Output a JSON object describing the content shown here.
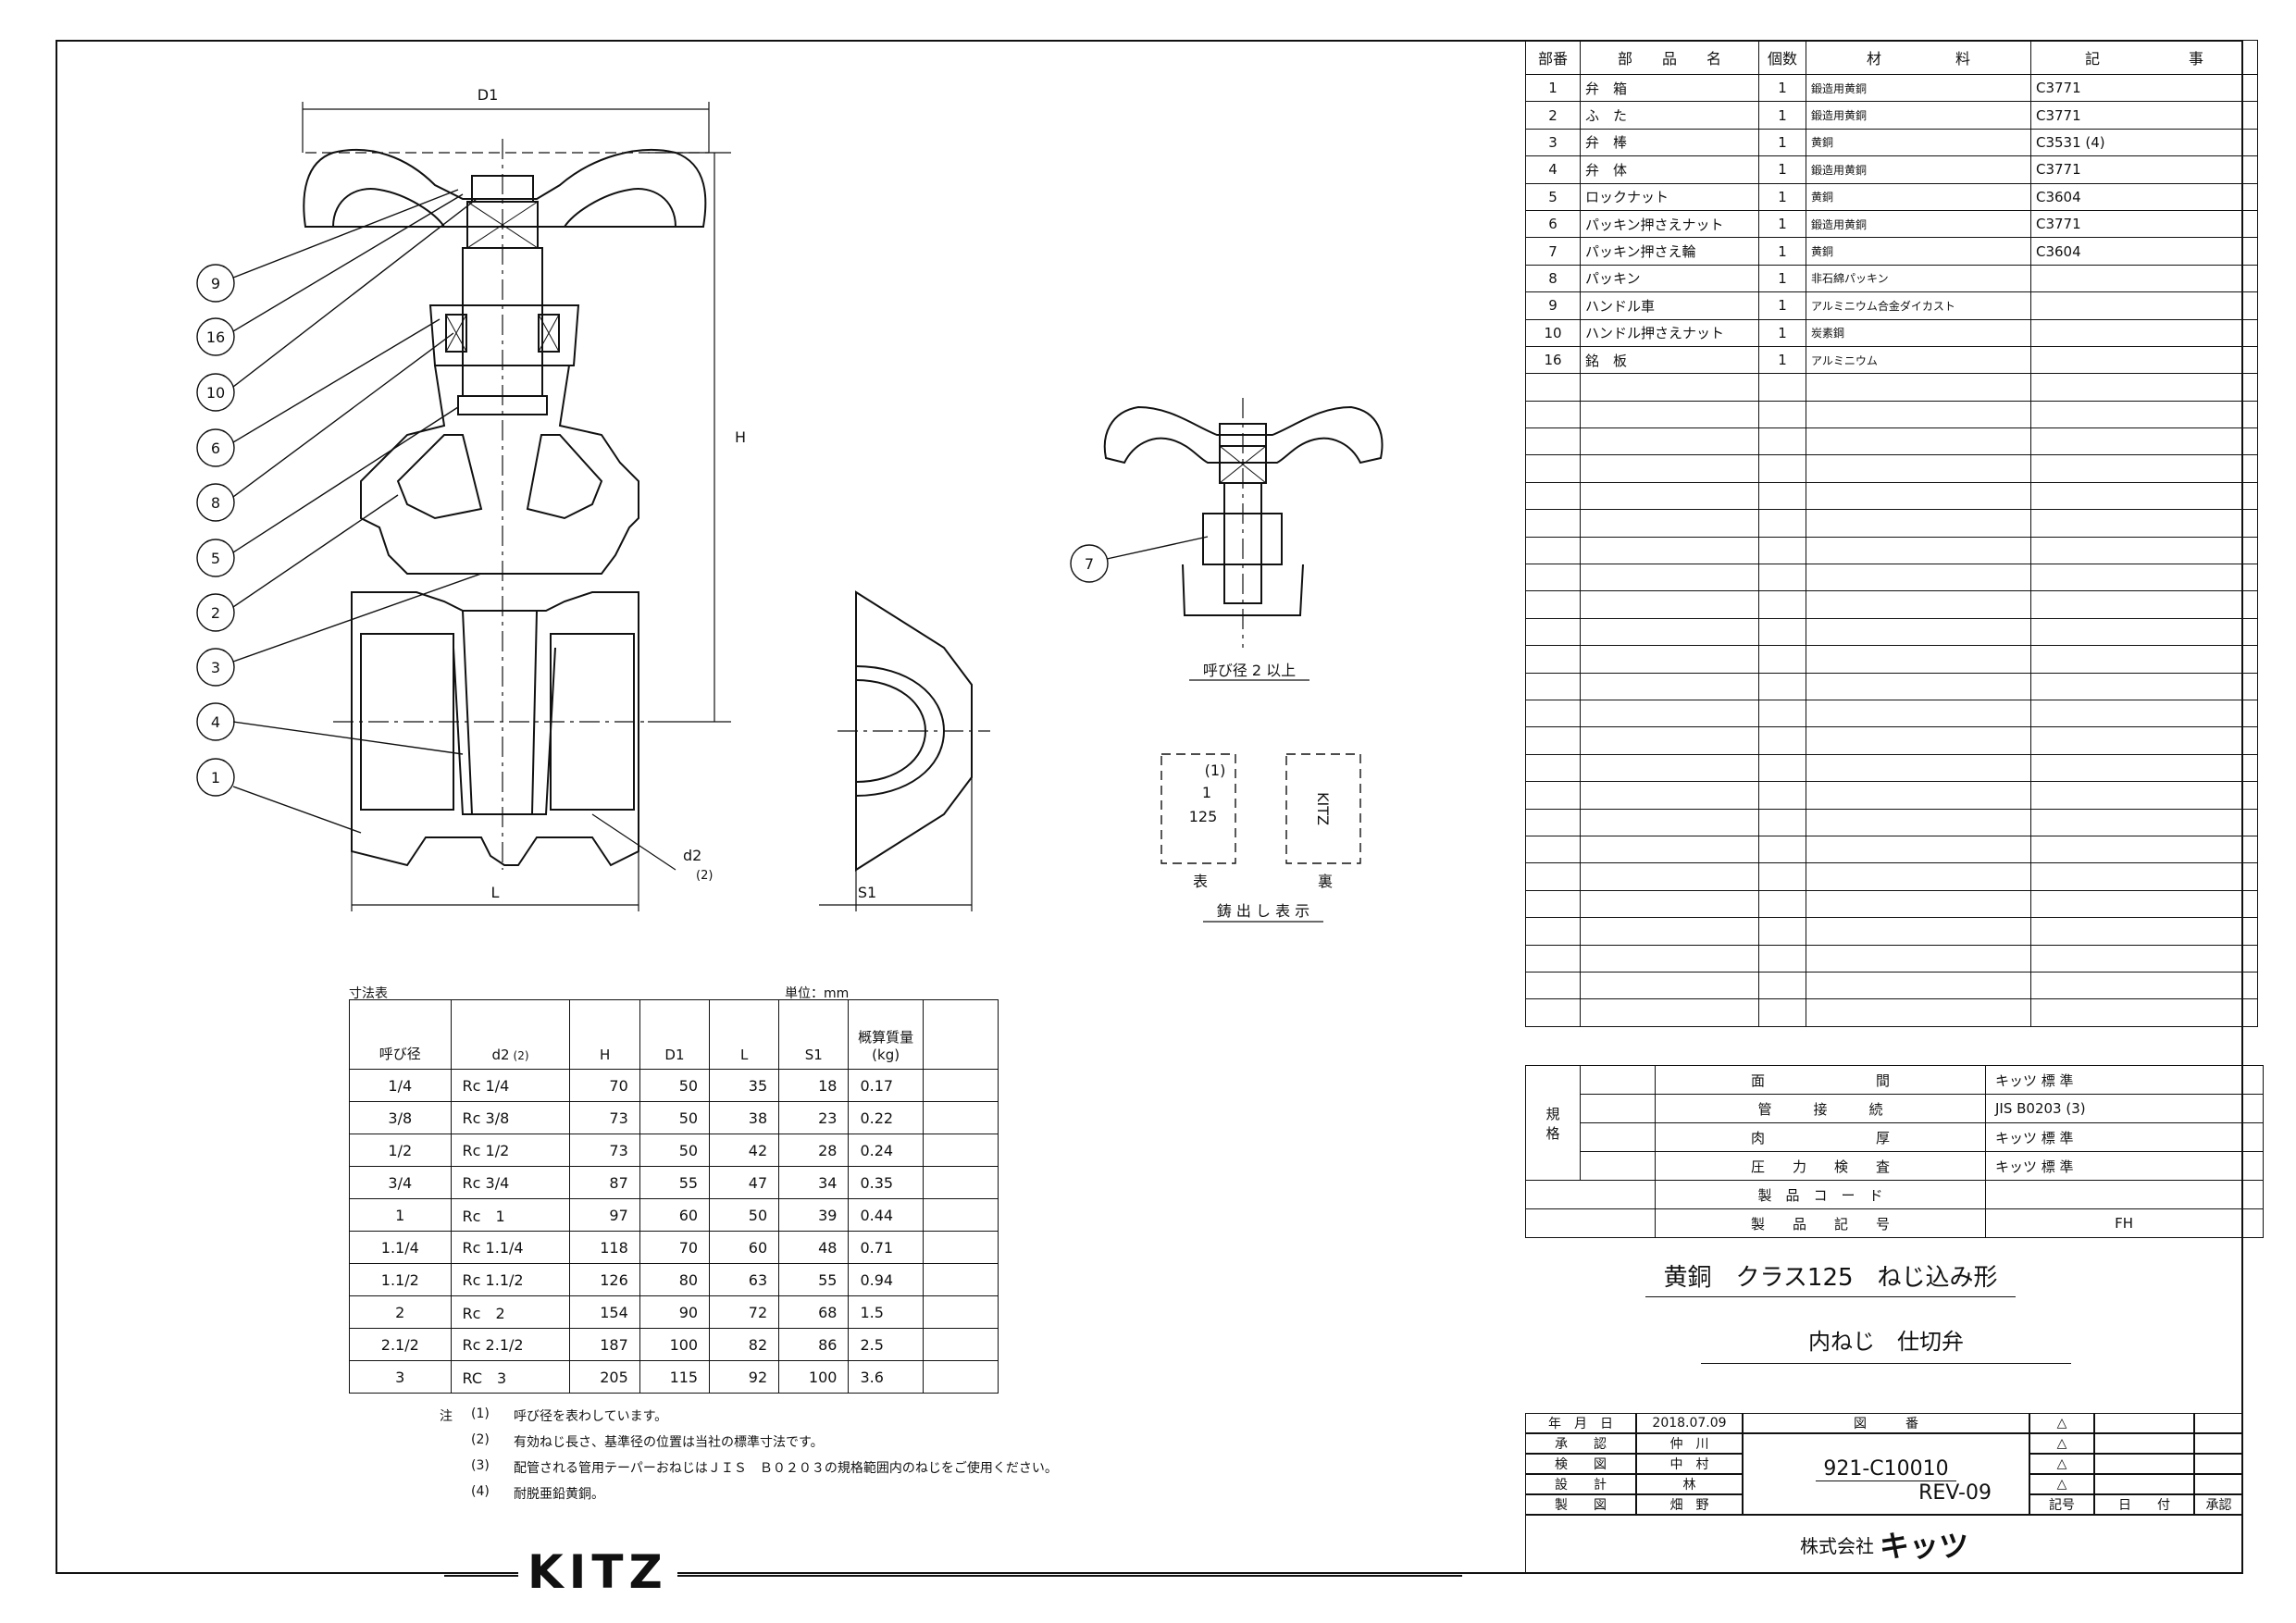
{
  "parts_header": {
    "no": "部番",
    "name": "部　　品　　名",
    "qty": "個数",
    "material": "材　　　　　料",
    "remarks": "記　　　　　　事"
  },
  "parts": [
    {
      "no": "1",
      "name": "弁　箱",
      "qty": "1",
      "material": "鍛造用黄銅",
      "remarks": "C3771"
    },
    {
      "no": "2",
      "name": "ふ　た",
      "qty": "1",
      "material": "鍛造用黄銅",
      "remarks": "C3771"
    },
    {
      "no": "3",
      "name": "弁　棒",
      "qty": "1",
      "material": "黄銅",
      "remarks": "C3531 (4)"
    },
    {
      "no": "4",
      "name": "弁　体",
      "qty": "1",
      "material": "鍛造用黄銅",
      "remarks": "C3771"
    },
    {
      "no": "5",
      "name": "ロックナット",
      "qty": "1",
      "material": "黄銅",
      "remarks": "C3604"
    },
    {
      "no": "6",
      "name": "パッキン押さえナット",
      "qty": "1",
      "material": "鍛造用黄銅",
      "remarks": "C3771"
    },
    {
      "no": "7",
      "name": "パッキン押さえ輪",
      "qty": "1",
      "material": "黄銅",
      "remarks": "C3604"
    },
    {
      "no": "8",
      "name": "パッキン",
      "qty": "1",
      "material": "非石綿パッキン",
      "remarks": ""
    },
    {
      "no": "9",
      "name": "ハンドル車",
      "qty": "1",
      "material": "アルミニウム合金ダイカスト",
      "remarks": ""
    },
    {
      "no": "10",
      "name": "ハンドル押さえナット",
      "qty": "1",
      "material": "炭素鋼",
      "remarks": ""
    },
    {
      "no": "16",
      "name": "銘　板",
      "qty": "1",
      "material": "アルミニウム",
      "remarks": ""
    }
  ],
  "spec": {
    "label1": "規",
    "label2": "格",
    "rows": [
      {
        "name": "面　　　　　　　　間",
        "value": "キッツ 標 準"
      },
      {
        "name": "管　　　接　　　続",
        "value": "JIS B0203 (3)"
      },
      {
        "name": "肉　　　　　　　　厚",
        "value": "キッツ 標 準"
      },
      {
        "name": "圧　　力　　検　　査",
        "value": "キッツ 標 準"
      },
      {
        "name": "製　品　コ　ー　ド",
        "value": ""
      },
      {
        "name": "製　　品　　記　　号",
        "value": "FH"
      }
    ]
  },
  "title_line1": "黄銅　クラス125　ねじ込み形",
  "title_line2": "内ねじ　仕切弁",
  "titleblock": {
    "date_label": "年　月　日",
    "date": "2018.07.09",
    "drawing_no_label": "図　　　番",
    "rows": [
      {
        "role": "承　　認",
        "name": "仲　川"
      },
      {
        "role": "検　　図",
        "name": "中　村"
      },
      {
        "role": "設　　計",
        "name": "林"
      },
      {
        "role": "製　　図",
        "name": "畑　野"
      }
    ],
    "drawing_no": "921-C10010",
    "rev": "REV-09",
    "rev_cols": [
      "記号",
      "日　　付",
      "承認"
    ],
    "company": "株式会社",
    "company_brand": "キッツ"
  },
  "dims_table": {
    "caption": "寸法表",
    "unit": "単位：mm",
    "headers": [
      "呼び径",
      "d2",
      "(2)",
      "H",
      "D1",
      "L",
      "S1",
      "概算質量",
      "(kg)"
    ],
    "rows": [
      [
        "1/4",
        "Rc 1/4",
        "70",
        "50",
        "35",
        "18",
        "0.17"
      ],
      [
        "3/8",
        "Rc 3/8",
        "73",
        "50",
        "38",
        "23",
        "0.22"
      ],
      [
        "1/2",
        "Rc 1/2",
        "73",
        "50",
        "42",
        "28",
        "0.24"
      ],
      [
        "3/4",
        "Rc 3/4",
        "87",
        "55",
        "47",
        "34",
        "0.35"
      ],
      [
        "1",
        "Rc　1",
        "97",
        "60",
        "50",
        "39",
        "0.44"
      ],
      [
        "1.1/4",
        "Rc 1.1/4",
        "118",
        "70",
        "60",
        "48",
        "0.71"
      ],
      [
        "1.1/2",
        "Rc 1.1/2",
        "126",
        "80",
        "63",
        "55",
        "0.94"
      ],
      [
        "2",
        "Rc　2",
        "154",
        "90",
        "72",
        "68",
        "1.5"
      ],
      [
        "2.1/2",
        "Rc 2.1/2",
        "187",
        "100",
        "82",
        "86",
        "2.5"
      ],
      [
        "3",
        "RC　3",
        "205",
        "115",
        "92",
        "100",
        "3.6"
      ]
    ]
  },
  "notes": {
    "prefix": "注",
    "items": [
      {
        "n": "(1)",
        "text": "呼び径を表わしています。"
      },
      {
        "n": "(2)",
        "text": "有効ねじ長さ、基準径の位置は当社の標準寸法です。"
      },
      {
        "n": "(3)",
        "text": "配管される管用テーパーおねじはＪＩＳ　Ｂ０２０３の規格範囲内のねじをご使用ください。"
      },
      {
        "n": "(4)",
        "text": "耐脱亜鉛黄銅。"
      }
    ]
  },
  "drawing": {
    "balloons": [
      "9",
      "16",
      "10",
      "6",
      "8",
      "5",
      "2",
      "3",
      "4",
      "1"
    ],
    "balloon_small": "7",
    "dim_D1": "D1",
    "dim_H": "H",
    "dim_L": "L",
    "dim_S1": "S1",
    "dim_d2": "d2",
    "dim_d2_note": "(2)",
    "size_note": "呼び径 2 以上",
    "cast_front_1": "(1)",
    "cast_front_2": "1",
    "cast_front_3": "125",
    "cast_back": "KITZ",
    "cast_front_label": "表",
    "cast_back_label": "裏",
    "cast_caption": "鋳 出 し 表 示"
  },
  "logo": "KITZ"
}
